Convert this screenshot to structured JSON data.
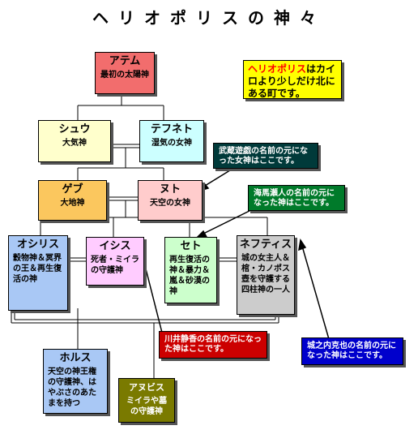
{
  "title": "ヘリオポリスの神々",
  "info": {
    "highlight": "ヘリオポリス",
    "rest": "はカイロより少しだけ北にある町です。"
  },
  "gods": {
    "atem": {
      "name": "アテム",
      "desc": "最初の太陽神"
    },
    "shu": {
      "name": "シュウ",
      "desc": "大気神"
    },
    "tefnut": {
      "name": "テフネト",
      "desc": "湿気の女神"
    },
    "geb": {
      "name": "ゲブ",
      "desc": "大地神"
    },
    "nut": {
      "name": "ヌト",
      "desc": "天空の女神"
    },
    "osiris": {
      "name": "オシリス",
      "desc": "穀物神＆冥界の王＆再生復活の神"
    },
    "isis": {
      "name": "イシス",
      "desc": "死者・ミイラの守護神"
    },
    "set": {
      "name": "セト",
      "desc": "再生復活の神＆暴力＆嵐＆砂漠の神"
    },
    "nephthys": {
      "name": "ネフティス",
      "desc": "城の女主人＆棺・カノポス壺を守護する四柱神の一人"
    },
    "horus": {
      "name": "ホルス",
      "desc": "天空の神王権の守護神、はやぶさのあたまを持つ"
    },
    "anubis": {
      "name": "アヌビス",
      "desc": "ミイラや墓の守護神"
    }
  },
  "notes": {
    "nut_note": "武蔵遊戯の名前の元になった女神はここです。",
    "set_note": "海馬瀬人の名前の元になった神はここです。",
    "isis_note": "川井静香の名前の元になった神はここです。",
    "nephthys_note": "城之内克也の名前の元になった神はここです。"
  },
  "colors": {
    "atem": "#f26d6d",
    "shu": "#ffffcc",
    "tefnut": "#ccffff",
    "geb": "#fbc75e",
    "nut": "#ffcccc",
    "osiris": "#a9c8f5",
    "isis": "#ffccff",
    "set": "#ccffcc",
    "nephthys": "#cccccc",
    "horus": "#a9c8f5",
    "anubis": "#7a7a00",
    "note_dark": "#003a3a",
    "note_green": "#007a2a",
    "note_red": "#cc0000",
    "note_blue": "#0000cc"
  }
}
